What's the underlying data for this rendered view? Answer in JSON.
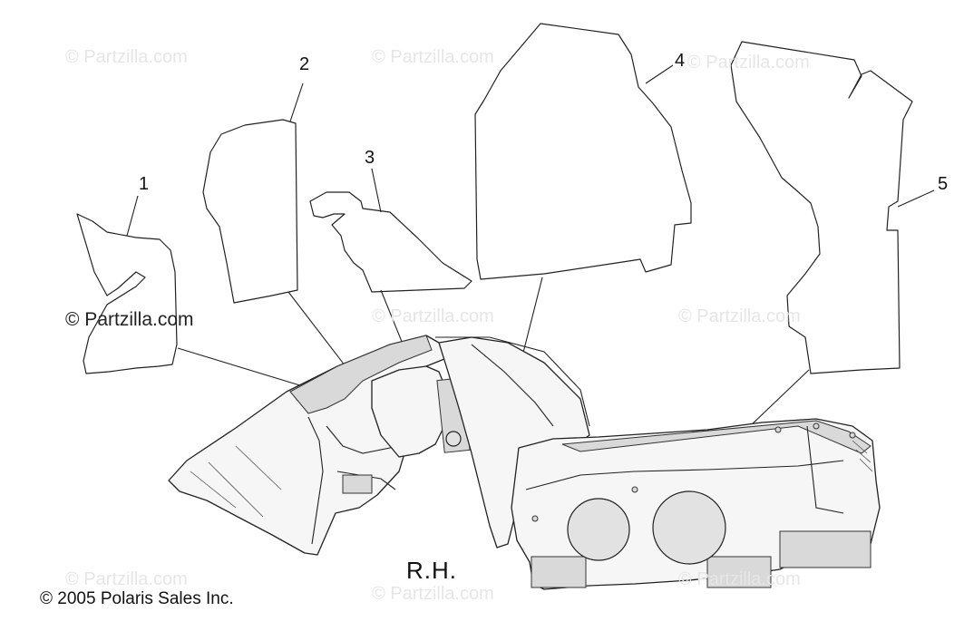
{
  "callouts": [
    "1",
    "2",
    "3",
    "4",
    "5"
  ],
  "watermark": "© Partzilla.com",
  "view_label": "R.H.",
  "copyright": "© 2005 Polaris Sales Inc.",
  "colors": {
    "line": "#222222",
    "watermark": "#e6e6e6",
    "background": "#ffffff"
  }
}
